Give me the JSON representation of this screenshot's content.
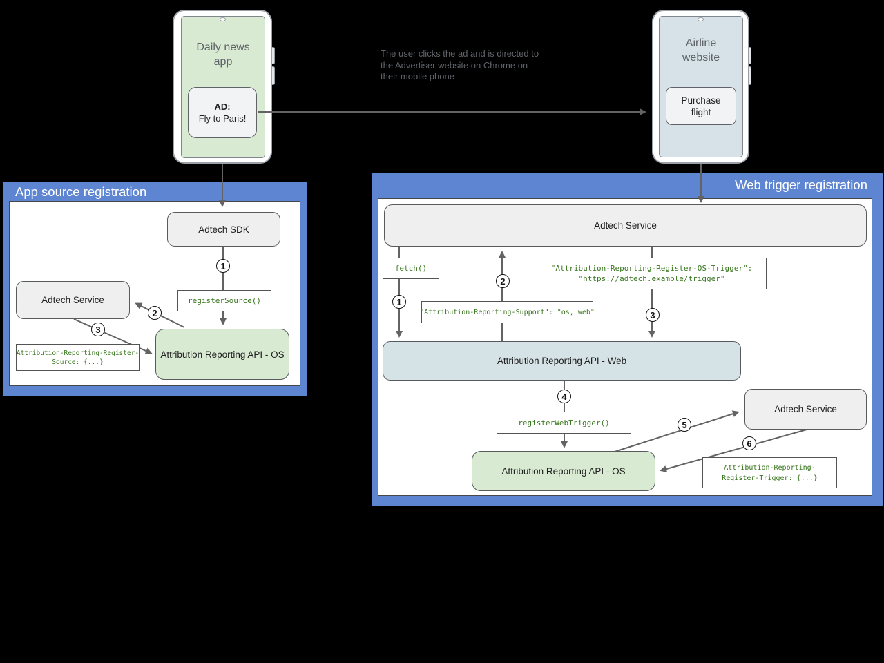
{
  "top": {
    "left_phone": {
      "name_lines": [
        "Daily news",
        "app"
      ],
      "ad_label": "AD:",
      "ad_text": "Fly to Paris!"
    },
    "caption_lines": [
      "The user clicks the ad and is directed to",
      "the Advertiser website on Chrome on",
      "their mobile phone"
    ],
    "right_phone": {
      "name_lines": [
        "Airline",
        "website"
      ],
      "button_lines": [
        "Purchase",
        "flight"
      ]
    }
  },
  "left_panel": {
    "title": "App source registration",
    "adtech_sdk": "Adtech SDK",
    "adtech_service": "Adtech Service",
    "code_register_source": "registerSource()",
    "code_source_header": [
      "Attribution-Reporting-Register-",
      "Source: {...}"
    ],
    "api_os": "Attribution Reporting API - OS",
    "steps": [
      "1",
      "2",
      "3"
    ]
  },
  "right_panel": {
    "title": "Web trigger registration",
    "adtech_service_top": "Adtech Service",
    "code_fetch": "fetch()",
    "code_os_trigger": [
      "\"Attribution-Reporting-Register-OS-Trigger\":",
      "\"https://adtech.example/trigger\""
    ],
    "code_support": "\"Attribution-Reporting-Support\": \"os, web\"",
    "api_web": "Attribution Reporting API - Web",
    "code_register_web_trigger": "registerWebTrigger()",
    "api_os": "Attribution Reporting API - OS",
    "adtech_service_right": "Adtech Service",
    "code_register_trigger": [
      "Attribution-Reporting-",
      "Register-Trigger: {...}"
    ],
    "steps": [
      "1",
      "2",
      "3",
      "4",
      "5",
      "6"
    ]
  },
  "colors": {
    "panel_blue": "#5e85d2",
    "box_green": "#d9ead3",
    "box_blue_gray": "#d5e2e6",
    "box_gray": "#efefef",
    "code_green": "#38761d",
    "arrow_gray": "#636363",
    "text_gray": "#5f6368"
  }
}
